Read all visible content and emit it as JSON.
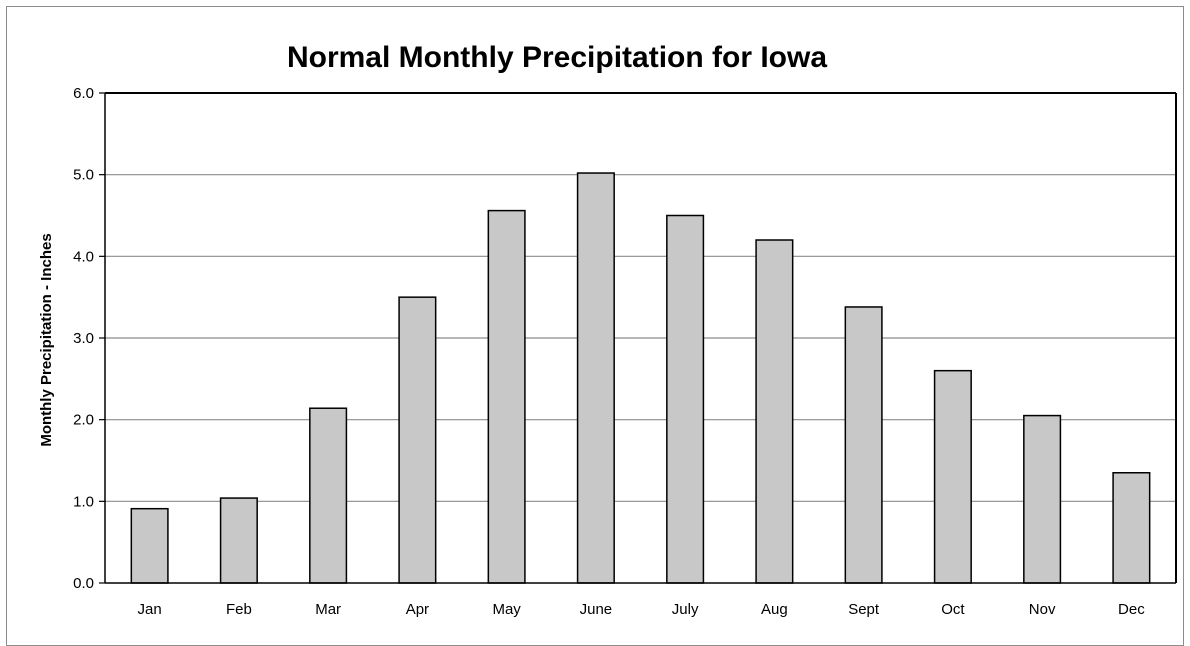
{
  "chart_data": {
    "type": "bar",
    "title": "Normal Monthly Precipitation for Iowa",
    "xlabel": "",
    "ylabel": "Monthly Precipitation - Inches",
    "categories": [
      "Jan",
      "Feb",
      "Mar",
      "Apr",
      "May",
      "June",
      "July",
      "Aug",
      "Sept",
      "Oct",
      "Nov",
      "Dec"
    ],
    "values": [
      0.91,
      1.04,
      2.14,
      3.5,
      4.56,
      5.02,
      4.5,
      4.2,
      3.38,
      2.6,
      2.05,
      1.35
    ],
    "ylim": [
      0,
      6
    ],
    "yticks": [
      "0.0",
      "1.0",
      "2.0",
      "3.0",
      "4.0",
      "5.0",
      "6.0"
    ],
    "grid": true,
    "legend": "none",
    "colors": {
      "bar_fill": "#c8c8c8",
      "bar_stroke": "#000000",
      "gridline": "#8c8c8c",
      "axis": "#000000"
    }
  }
}
